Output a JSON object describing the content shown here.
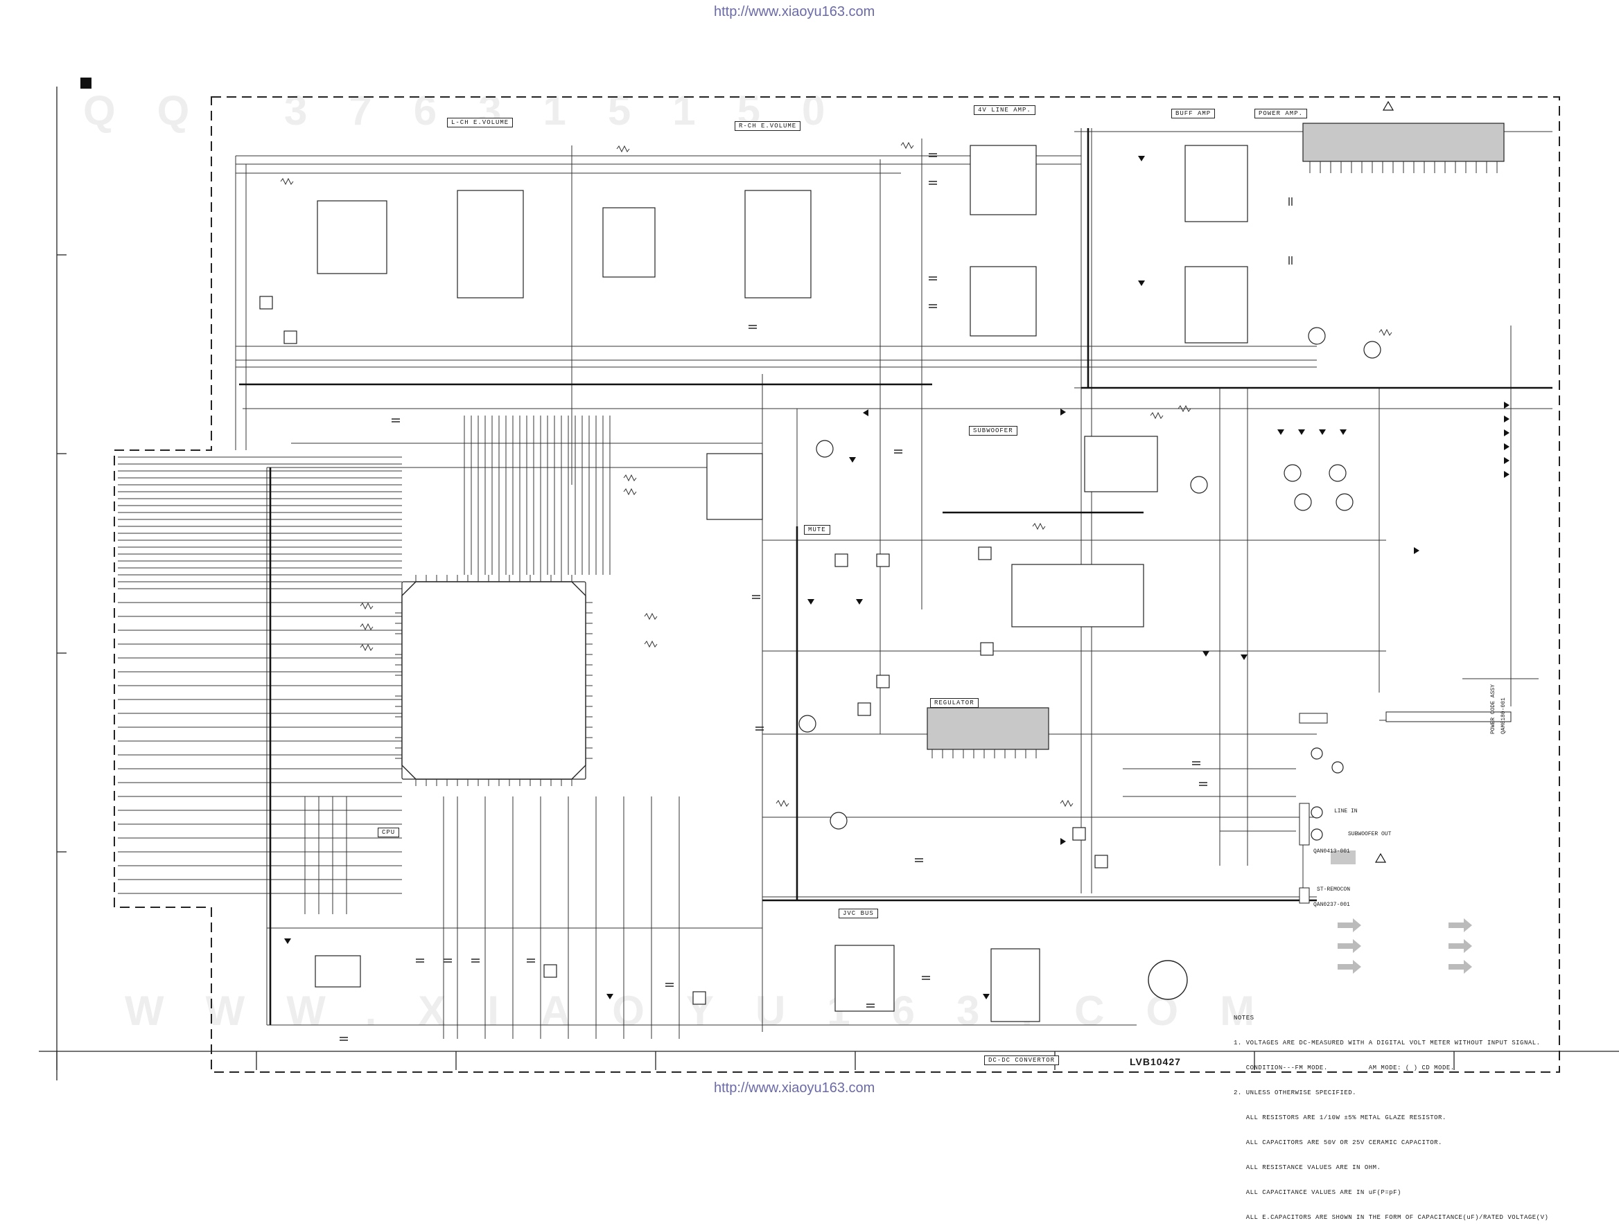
{
  "header": {
    "url_top": "http://www.xiaoyu163.com",
    "url_bottom": "http://www.xiaoyu163.com"
  },
  "watermark": {
    "top_text": "QQ 376315150",
    "bottom_text": "WWW.XIAOYU163.COM"
  },
  "blocks": {
    "l_volume": "L-CH E.VOLUME",
    "r_volume": "R-CH E.VOLUME",
    "line_amp": "4V LINE AMP.",
    "buff_amp": "BUFF AMP",
    "power_amp": "POWER AMP.",
    "subwoofer": "SUBWOOFER",
    "mute": "MUTE",
    "regulator": "REGULATOR",
    "cpu": "CPU",
    "jvc_bus": "JVC BUS",
    "dcdc": "DC-DC CONVERTOR"
  },
  "connectors": {
    "line_in": "LINE IN",
    "subwoofer_out": "SUBWOOFER OUT",
    "st_remocon": "ST-REMOCON",
    "part1": "QAN0413-001",
    "part2": "QAN0237-001",
    "power_cord": "POWER CODE ASSY",
    "power_cord_pn": "QAM0180-001"
  },
  "part_number": "LVB10427",
  "notes": {
    "title": "NOTES",
    "line1": "1. VOLTAGES ARE DC-MEASURED WITH A DIGITAL VOLT METER WITHOUT INPUT SIGNAL.",
    "line2": "   CONDITION---FM MODE.          AM MODE: ( ) CD MODE.",
    "line3": "2. UNLESS OTHERWISE SPECIFIED.",
    "line4": "   ALL RESISTORS ARE 1/10W ±5% METAL GLAZE RESISTOR.",
    "line5": "   ALL CAPACITORS ARE 50V OR 25V CERAMIC CAPACITOR.",
    "line6": "   ALL RESISTANCE VALUES ARE IN OHM.",
    "line7": "   ALL CAPACITANCE VALUES ARE IN uF(P=pF)",
    "line8": "   ALL E.CAPACITORS ARE SHOWN IN THE FORM OF CAPACITANCE(uF)/RATED VOLTAGE(V)"
  }
}
